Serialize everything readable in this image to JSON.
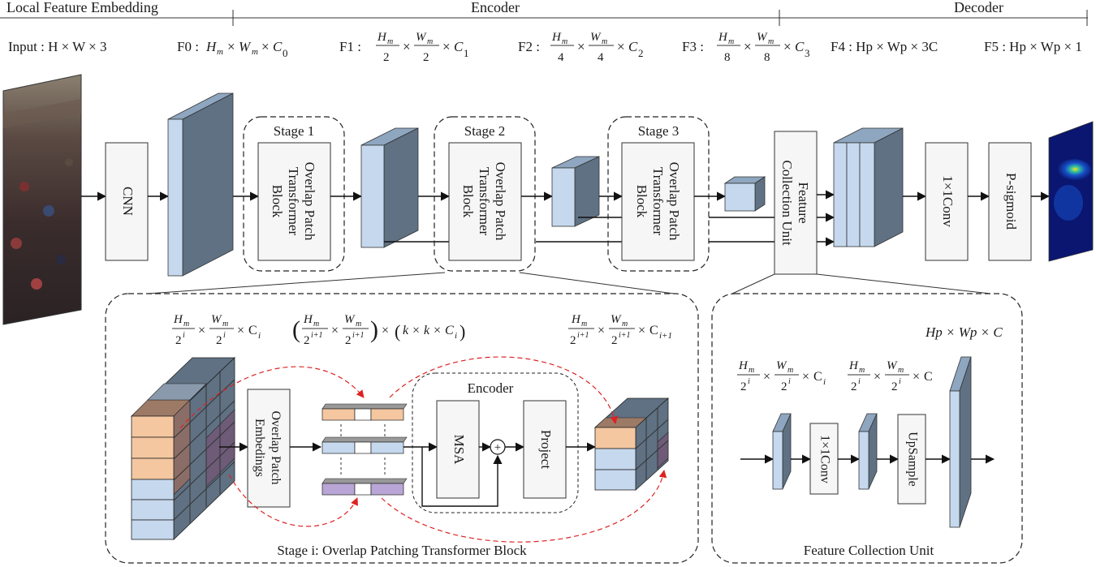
{
  "sections": {
    "local": "Local Feature Embedding",
    "encoder": "Encoder",
    "decoder": "Decoder"
  },
  "dims": {
    "input": "Input : H × W × 3",
    "f0_prefix": "F0 :",
    "f1_prefix": "F1 :",
    "f2_prefix": "F2 :",
    "f3_prefix": "F3 :",
    "f4": "F4 : Hp × Wp × 3C",
    "f5": "F5 : Hp × Wp × 1"
  },
  "blocks": {
    "cnn": "CNN",
    "stage1": "Stage 1",
    "stage2": "Stage 2",
    "stage3": "Stage 3",
    "transformer_line1": "Overlap Patch",
    "transformer_line2": "Transformer",
    "transformer_line3": "Block",
    "fcu_line1": "Feature",
    "fcu_line2": "Collection Unit",
    "conv1x1": "1×1Conv",
    "psigmoid": "P-sigmoid"
  },
  "detail": {
    "embed_line1": "Overlap Patch",
    "embed_line2": "Embedings",
    "encoder_title": "Encoder",
    "msa": "MSA",
    "project": "Project",
    "plus": "+",
    "caption": "Stage i: Overlap Patching Transformer Block"
  },
  "fcu_detail": {
    "conv": "1×1Conv",
    "upsample": "UpSample",
    "out_dim": "Hp × Wp × C",
    "caption": "Feature Collection Unit"
  },
  "colors": {
    "feature_front": "#c5d8ee",
    "feature_side": "#5f7183",
    "feature_top": "#8ea6bf",
    "peach": "#f4c7a0",
    "violet": "#b9a6d6",
    "arrow_red": "#d22222",
    "output_map": "#1b2a8a"
  }
}
